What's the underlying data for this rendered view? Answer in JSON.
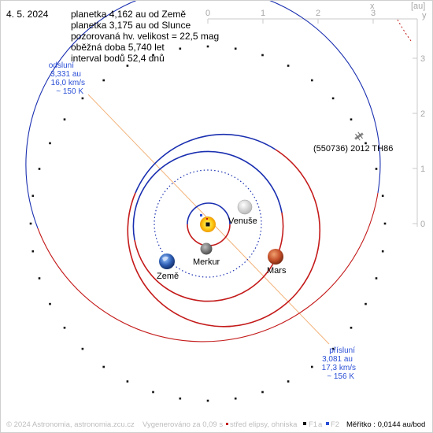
{
  "date": "4. 5. 2024",
  "info_lines": [
    "planetka 4,162 au od Země",
    "planetka 3,175 au od Slunce",
    "pozorovaná hv. velikost = 22,5 mag",
    "oběžná doba 5,740 let",
    "interval bodů 52,4 dnů"
  ],
  "aphelion": {
    "title": "odsluní",
    "distance": "3,331 au",
    "speed": "16,0 km/s",
    "temp": "~ 150 K"
  },
  "perihelion": {
    "title": "přísluní",
    "distance": "3,081 au",
    "speed": "17,3 km/s",
    "temp": "~ 156 K"
  },
  "asteroid_label": "(550736) 2012 TH86",
  "planets": {
    "mercury": "Merkur",
    "venus": "Venuše",
    "earth": "Země",
    "mars": "Mars"
  },
  "axis": {
    "x_unit": "x",
    "y_unit": "y",
    "bracket_unit": "[au]",
    "x_ticks": [
      "0",
      "1",
      "2",
      "3"
    ],
    "y_ticks": [
      "3",
      "2",
      "1",
      "0"
    ]
  },
  "footer": {
    "copyright": "© 2024 Astronomia, astronomia.zcu.cz",
    "generated": "Vygenerováno za 0,09 s",
    "legend_center": "střed elipsy, ohniska",
    "legend_f1": "F1",
    "legend_a": "a",
    "legend_f2": "F2",
    "scale": "Měřítko : 0,0144 au/bod"
  },
  "colors": {
    "orbit_above": "#1a2fb0",
    "orbit_below": "#c41a1a",
    "apsis_line": "#f2b27a",
    "label_blue": "#2a4fd6"
  }
}
